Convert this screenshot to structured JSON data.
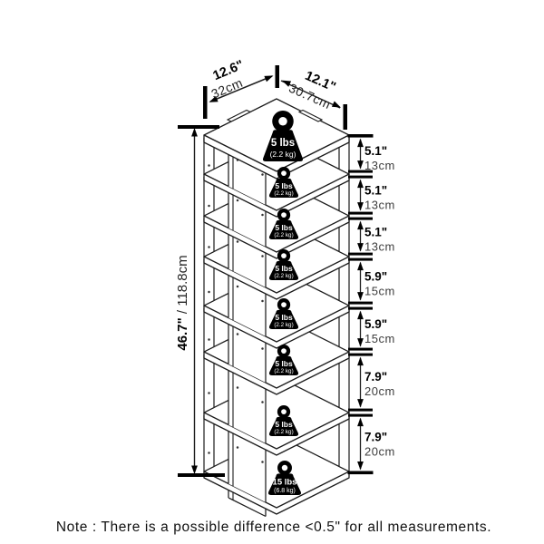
{
  "diagram": {
    "top_dimensions": {
      "left": {
        "inches": "12.6\"",
        "cm": "32cm"
      },
      "right": {
        "inches": "12.1\"",
        "cm": "30.7cm"
      }
    },
    "height_dimension": {
      "inches": "46.7\"",
      "separator": " / ",
      "cm": "118.8cm"
    },
    "side_measurements": [
      {
        "inches": "5.1\"",
        "cm": "13cm"
      },
      {
        "inches": "5.1\"",
        "cm": "13cm"
      },
      {
        "inches": "5.1\"",
        "cm": "13cm"
      },
      {
        "inches": "5.9\"",
        "cm": "15cm"
      },
      {
        "inches": "5.9\"",
        "cm": "15cm"
      },
      {
        "inches": "7.9\"",
        "cm": "20cm"
      },
      {
        "inches": "7.9\"",
        "cm": "20cm"
      }
    ],
    "shelf_weights": [
      {
        "lbs": "5 lbs",
        "kg": "(2.2 kg)"
      },
      {
        "lbs": "5 lbs",
        "kg": "(2.2 kg)"
      },
      {
        "lbs": "5 lbs",
        "kg": "(2.2 kg)"
      },
      {
        "lbs": "5 lbs",
        "kg": "(2.2 kg)"
      },
      {
        "lbs": "5 lbs",
        "kg": "(2.2 kg)"
      },
      {
        "lbs": "5 lbs",
        "kg": "(2.2 kg)"
      },
      {
        "lbs": "5 lbs",
        "kg": "(2.2 kg)"
      },
      {
        "lbs": "15 lbs",
        "kg": "(6.8 kg)"
      }
    ],
    "note": "Note : There is a possible difference <0.5\" for all measurements."
  },
  "colors": {
    "line": "#1c1c1c",
    "dimension": "#000000",
    "weight_fill": "#000000",
    "weight_text": "#ffffff",
    "background": "#ffffff"
  }
}
